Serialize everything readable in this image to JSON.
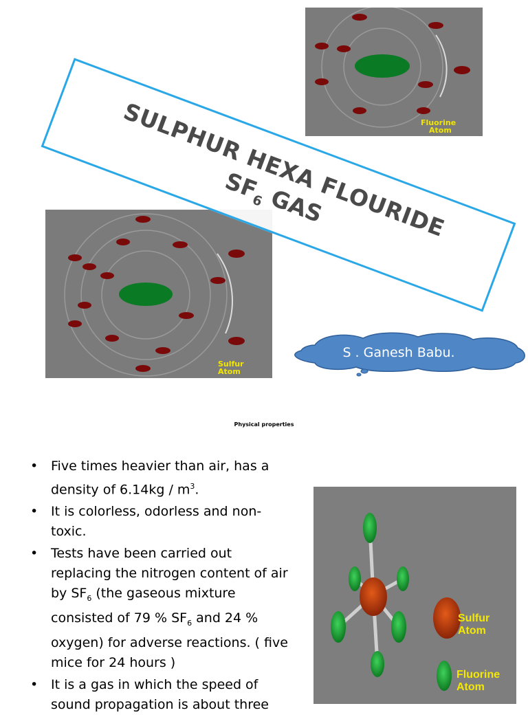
{
  "title": {
    "line1": "SULPHUR HEXA FLOURIDE",
    "line2_prefix": "SF",
    "line2_sub": "6",
    "line2_suffix": " GAS"
  },
  "author": "S . Ganesh Babu.",
  "fluorine_atom_label": {
    "line1": "Fluorine",
    "line2": "Atom"
  },
  "sulfur_atom_label": {
    "line1": "Sulfur",
    "line2": "Atom"
  },
  "section_heading": "Physical properties",
  "properties": [
    {
      "parts": [
        "Five times heavier than air, has a density of 6.14kg / m",
        "3",
        "."
      ]
    },
    {
      "parts": [
        "It is colorless, odorless and non-toxic."
      ]
    },
    {
      "parts": [
        "Tests have been carried out replacing the nitrogen content of air by SF",
        "6",
        " (the gaseous mixture consisted of 79 % SF",
        "6",
        " and 24 % oxygen) for adverse reactions. ( five mice for 24 hours )"
      ]
    },
    {
      "parts": [
        "It is a gas in which the speed of sound propagation is about three"
      ]
    }
  ],
  "molecule_legend": {
    "sulfur": "Sulfur Atom",
    "fluorine": "Fluorine Atom"
  },
  "colors": {
    "title_border": "#2aa7e6",
    "cloud_fill": "#4f86c6",
    "atom_bg": "#7b7b7b",
    "nucleus": "#0a7a25",
    "electron": "#7a0a0a",
    "label_yellow": "#f3e600"
  }
}
